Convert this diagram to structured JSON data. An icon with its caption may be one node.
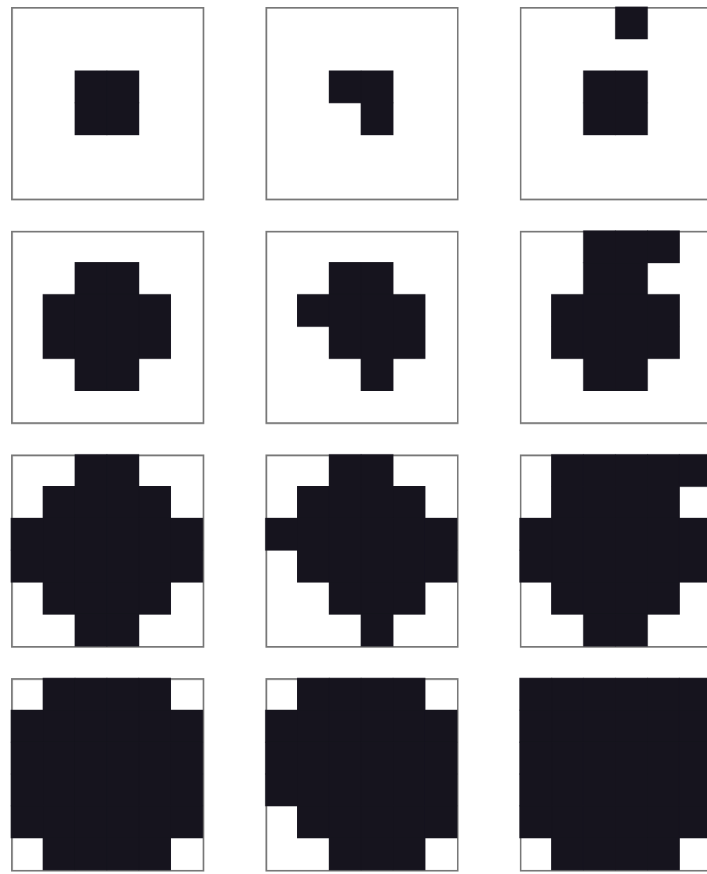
{
  "diagram": {
    "nodes": [
      {
        "text": [],
        "shape": "box"
      },
      {
        "text": [],
        "shape": "box"
      },
      {
        "text": [],
        "shape": "box"
      },
      {
        "text": [],
        "shape": "box"
      },
      {
        "text": [],
        "shape": "box"
      },
      {
        "text": [],
        "shape": "box"
      },
      {
        "text": [],
        "shape": "box"
      },
      {
        "text": [],
        "shape": "box"
      },
      {
        "text": [],
        "shape": "box"
      },
      {
        "text": [],
        "shape": "box"
      },
      {
        "text": [],
        "shape": "box"
      },
      {
        "text": [],
        "shape": "box"
      }
    ]
  }
}
